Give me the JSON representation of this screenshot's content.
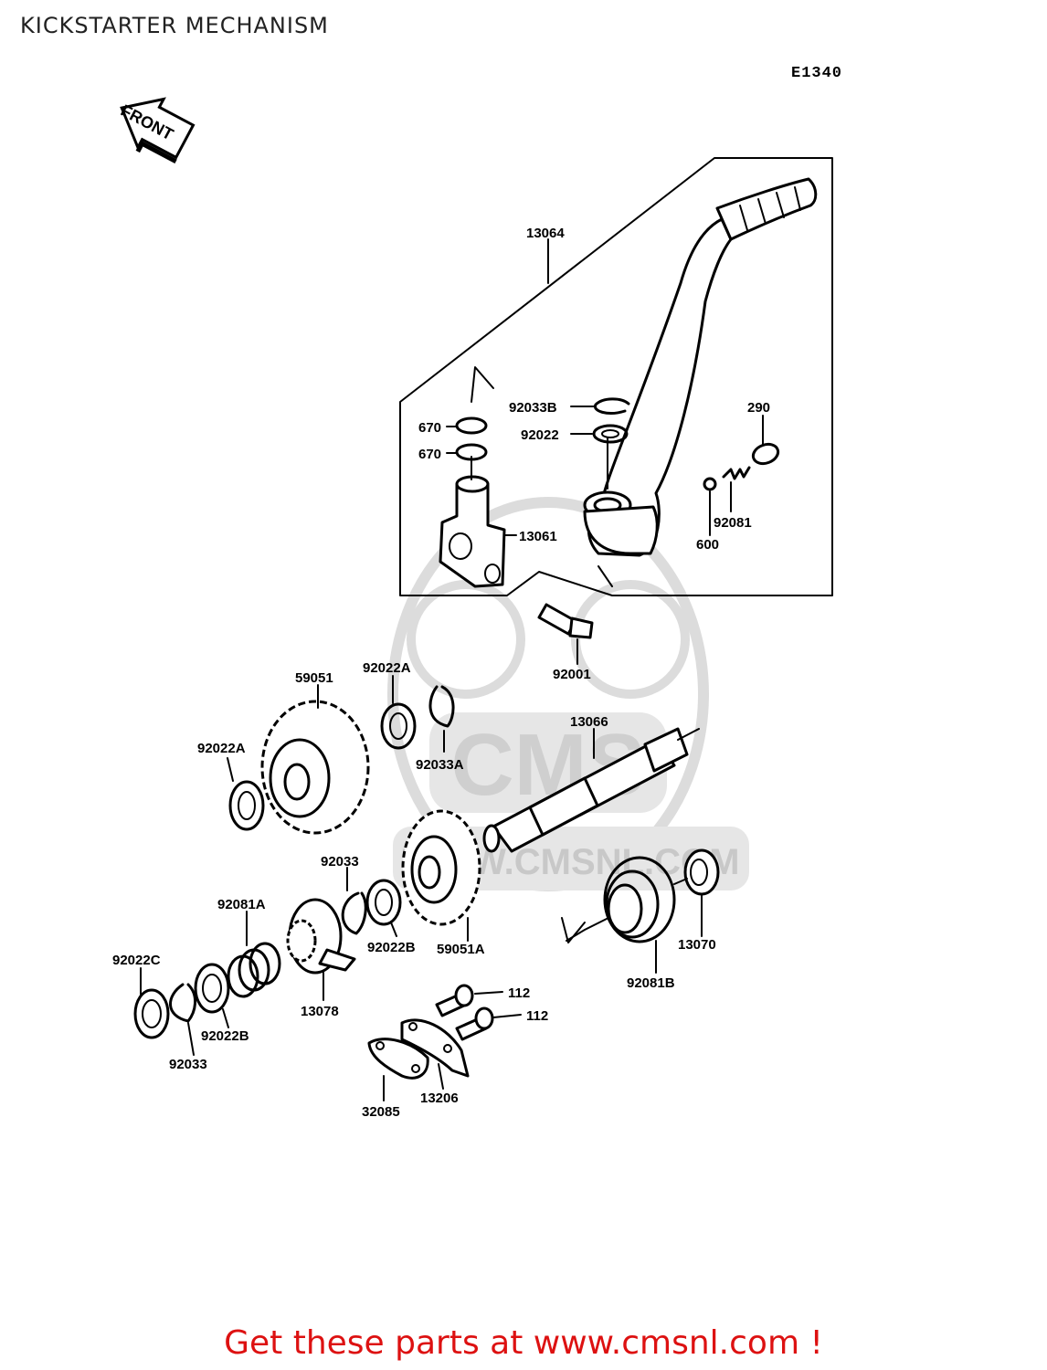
{
  "header": {
    "title": "KICKSTARTER MECHANISM",
    "diagram_code": "E1340"
  },
  "front_marker": {
    "label": "FRONT",
    "icon": "front-arrow-icon"
  },
  "watermark": {
    "brand": "CMS",
    "url": "WWW.CMSNL.COM",
    "color": "#d8d8d8"
  },
  "parts": [
    {
      "id": "13064",
      "name": "kick-pedal"
    },
    {
      "id": "92033B",
      "name": "circlip"
    },
    {
      "id": "92022",
      "name": "washer"
    },
    {
      "id": "290",
      "name": "cap"
    },
    {
      "id": "670",
      "name": "o-ring-top"
    },
    {
      "id": "670",
      "name": "o-ring-bottom"
    },
    {
      "id": "13061",
      "name": "lever-boss"
    },
    {
      "id": "92081",
      "name": "spring"
    },
    {
      "id": "600",
      "name": "ball"
    },
    {
      "id": "92001",
      "name": "bolt"
    },
    {
      "id": "59051",
      "name": "gear"
    },
    {
      "id": "92022A",
      "name": "washer-upper"
    },
    {
      "id": "92022A",
      "name": "washer-left"
    },
    {
      "id": "92033A",
      "name": "circlip-upper"
    },
    {
      "id": "13066",
      "name": "kick-shaft"
    },
    {
      "id": "92033",
      "name": "circlip-middle"
    },
    {
      "id": "92081A",
      "name": "spring-small"
    },
    {
      "id": "92022B",
      "name": "washer-middle"
    },
    {
      "id": "59051A",
      "name": "gear-small"
    },
    {
      "id": "13070",
      "name": "spring-guide"
    },
    {
      "id": "92022C",
      "name": "washer-far"
    },
    {
      "id": "13078",
      "name": "ratchet"
    },
    {
      "id": "92081B",
      "name": "return-spring"
    },
    {
      "id": "92022B",
      "name": "washer-lower"
    },
    {
      "id": "92033",
      "name": "circlip-lower"
    },
    {
      "id": "112",
      "name": "bolt-upper"
    },
    {
      "id": "112",
      "name": "bolt-lower"
    },
    {
      "id": "32085",
      "name": "plate"
    },
    {
      "id": "13206",
      "name": "guide"
    }
  ],
  "footer": {
    "promo": "Get these parts at www.cmsnl.com !",
    "promo_color": "#dd1111"
  }
}
